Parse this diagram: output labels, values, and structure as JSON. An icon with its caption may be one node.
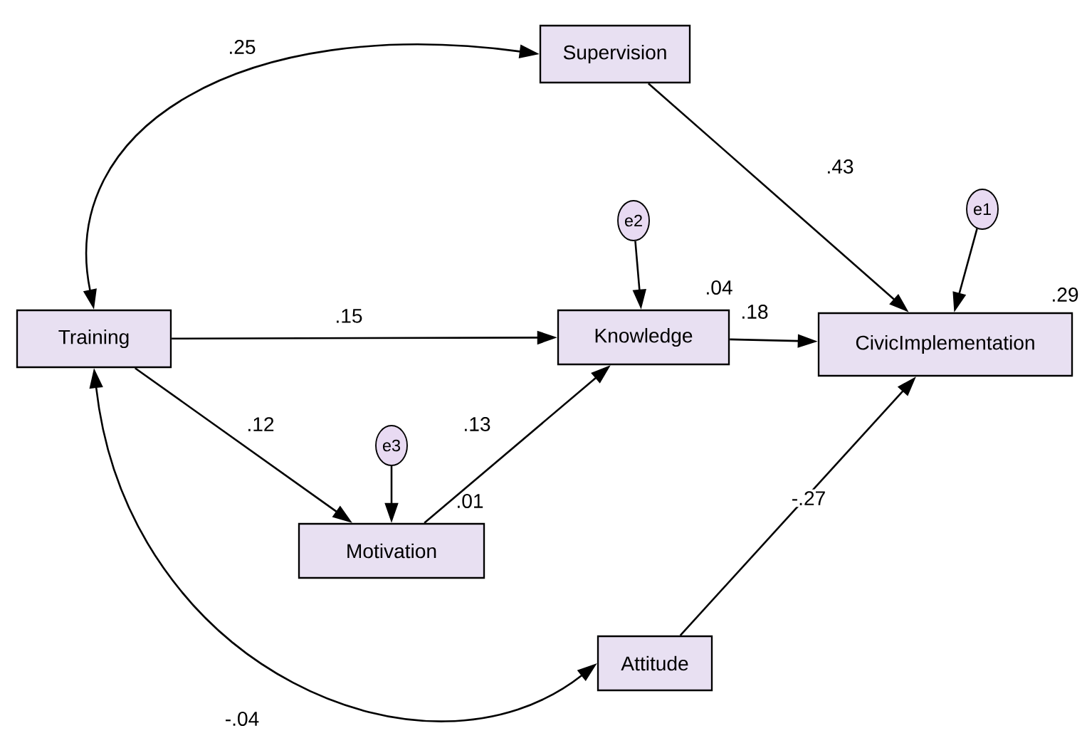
{
  "diagram": {
    "nodes": [
      {
        "text": [
          "Supervision"
        ]
      },
      {
        "text": [
          "Training"
        ]
      },
      {
        "text": [
          "Knowledge"
        ],
        "beside": [
          ".04"
        ]
      },
      {
        "text": [
          "CivicImplementation"
        ],
        "beside": [
          ".29"
        ]
      },
      {
        "text": [
          "Motivation"
        ],
        "beside": [
          ".01"
        ]
      },
      {
        "text": [
          "Attitude"
        ]
      },
      {
        "text": [
          "e2"
        ]
      },
      {
        "text": [
          "e1"
        ]
      },
      {
        "text": [
          "e3"
        ]
      }
    ],
    "edges": [
      {
        "from": 1,
        "to": 0,
        "arrow": "both",
        "label": ".25"
      },
      {
        "from": 1,
        "to": 2,
        "arrow": "to",
        "label": ".15"
      },
      {
        "from": 1,
        "to": 4,
        "arrow": "to",
        "label": ".12"
      },
      {
        "from": 4,
        "to": 2,
        "arrow": "to",
        "label": ".13"
      },
      {
        "from": 0,
        "to": 3,
        "arrow": "to",
        "label": ".43"
      },
      {
        "from": 2,
        "to": 3,
        "arrow": "to",
        "label": ".18"
      },
      {
        "from": 5,
        "to": 3,
        "arrow": "to",
        "label": "-.27"
      },
      {
        "from": 1,
        "to": 5,
        "arrow": "both",
        "label": "-.04"
      },
      {
        "from": 6,
        "to": 2,
        "arrow": "to"
      },
      {
        "from": 7,
        "to": 3,
        "arrow": "to"
      },
      {
        "from": 8,
        "to": 4,
        "arrow": "to"
      }
    ]
  }
}
